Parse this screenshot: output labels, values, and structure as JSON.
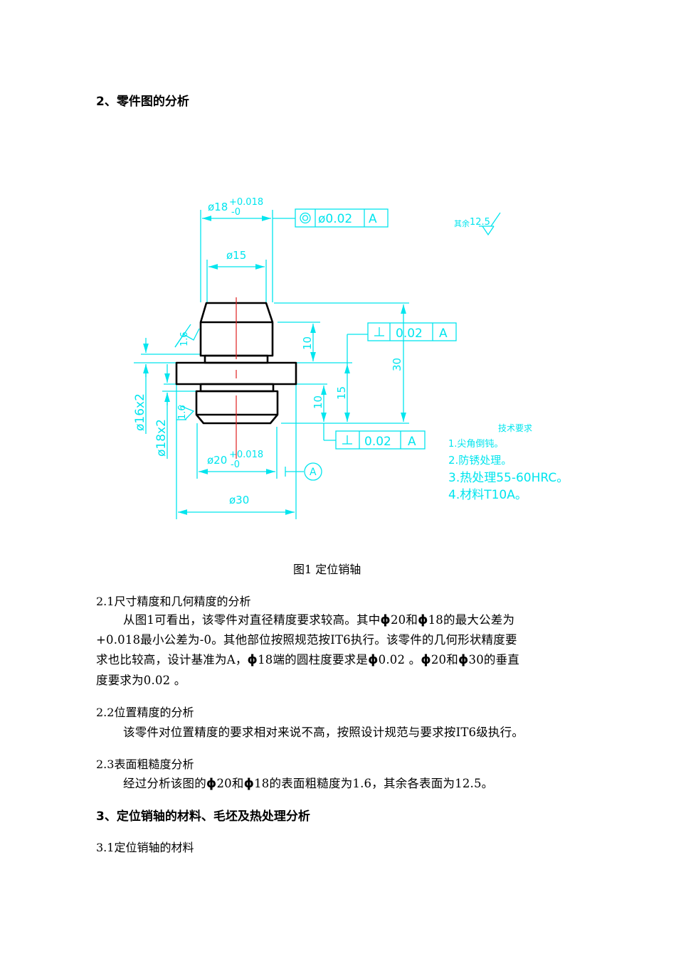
{
  "section2": {
    "heading": "2、零件图的分析"
  },
  "drawing": {
    "dim_top_d18": "ø18",
    "dim_top_d18_tol_plus": "+0.018",
    "dim_top_d18_tol_minus": "-0",
    "fcf_top": {
      "symbol": "◎",
      "value": "ø0.02",
      "datum": "A"
    },
    "roughness_rest_label": "其余",
    "roughness_rest_value": "12.5",
    "dim_d15": "ø15",
    "roughness_upper": "1.6",
    "roughness_lower": "1.6",
    "dim_10_upper": "10",
    "dim_10_lower": "10",
    "dim_15": "15",
    "dim_30": "30",
    "fcf_mid": {
      "symbol": "⊥",
      "value": "0.02",
      "datum": "A"
    },
    "fcf_low": {
      "symbol": "⊥",
      "value": "0.02",
      "datum": "A"
    },
    "dim_groove_16": "ø16x2",
    "dim_groove_18": "ø18x2",
    "dim_bottom_d20": "ø20",
    "dim_bottom_d20_tol_plus": "+0.018",
    "dim_bottom_d20_tol_minus": "-0",
    "dim_d30": "ø30",
    "datum_label": "A",
    "tech_req": {
      "title": "技术要求",
      "items": [
        "1.尖角倒钝。",
        "2.防锈处理。",
        "3.热处理55-60HRC。",
        "4.材料T10A。"
      ]
    },
    "colors": {
      "dimension": "#00e5ee",
      "outline": "#000000",
      "centerline": "#e02020"
    }
  },
  "figure_caption": "图1   定位销轴",
  "section2_1": {
    "heading": "2.1尺寸精度和几何精度的分析",
    "lines": [
      [
        "从图1可看出，该零件对直径精度要求较高。其中",
        "ϕ",
        "20和",
        "ϕ",
        "18的最大公差为"
      ],
      [
        "+0.018最小公差为-0。其他部位按照规范按IT6执行。该零件的几何形状精度要"
      ],
      [
        "求也比较高，设计基准为A，",
        "ϕ",
        "18端的圆柱度要求是",
        "ϕ",
        "0.02 。",
        "ϕ",
        "20和",
        "ϕ",
        "30的垂直"
      ],
      [
        "度要求为0.02 。"
      ]
    ]
  },
  "section2_2": {
    "heading": "2.2位置精度的分析",
    "text": "该零件对位置精度的要求相对来说不高，按照设计规范与要求按IT6级执行。"
  },
  "section2_3": {
    "heading": "2.3表面粗糙度分析",
    "parts": [
      "经过分析该图的",
      "ϕ",
      "20和",
      "ϕ",
      "18的表面粗糙度为1.6，其余各表面为12.5。"
    ]
  },
  "section3": {
    "heading": "3、定位销轴的材料、毛坯及热处理分析",
    "sub1": "3.1定位销轴的材料"
  }
}
